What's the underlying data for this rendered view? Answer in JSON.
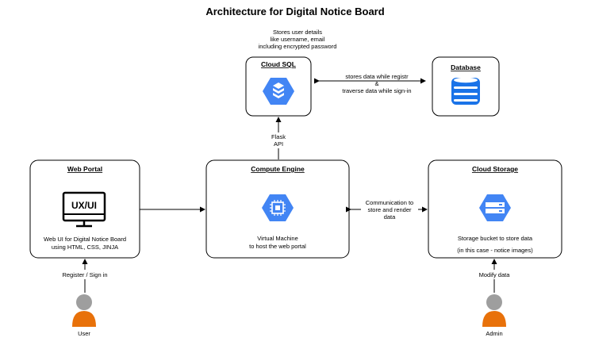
{
  "title": "Architecture for Digital Notice Board",
  "cloud_sql": {
    "title": "Cloud SQL",
    "note": [
      "Stores user details",
      "like username, email",
      "including encrypted password"
    ],
    "icon": "cloud-sql-icon"
  },
  "database": {
    "title": "Database",
    "icon": "database-icon"
  },
  "sql_db_link": [
    "stores data while registr",
    "&",
    "traverse data while sign-in"
  ],
  "flask_api": [
    "Flask",
    "API"
  ],
  "web_portal": {
    "title": "Web Portal",
    "icon_text": "UX/UI",
    "desc": [
      "Web UI for Digital Notice Board",
      "using HTML, CSS, JINJA"
    ]
  },
  "compute_engine": {
    "title": "Compute Engine",
    "desc": [
      "Virtual Machine",
      "to host the web portal"
    ],
    "icon": "compute-engine-icon"
  },
  "cloud_storage": {
    "title": "Cloud Storage",
    "desc": [
      "Storage bucket to store data",
      "(in this case - notice images)"
    ],
    "icon": "cloud-storage-icon"
  },
  "compute_storage_link": [
    "Communication to",
    "store and render",
    "data"
  ],
  "user": {
    "label": "User",
    "action": "Register / Sign in"
  },
  "admin": {
    "label": "Admin",
    "action": "Modify data"
  },
  "colors": {
    "gcp_blue": "#4285f4",
    "gcp_blue_dark": "#3367d6",
    "db_blue": "#1a73e8",
    "person_gray": "#9e9e9e",
    "person_orange": "#e8710a"
  }
}
